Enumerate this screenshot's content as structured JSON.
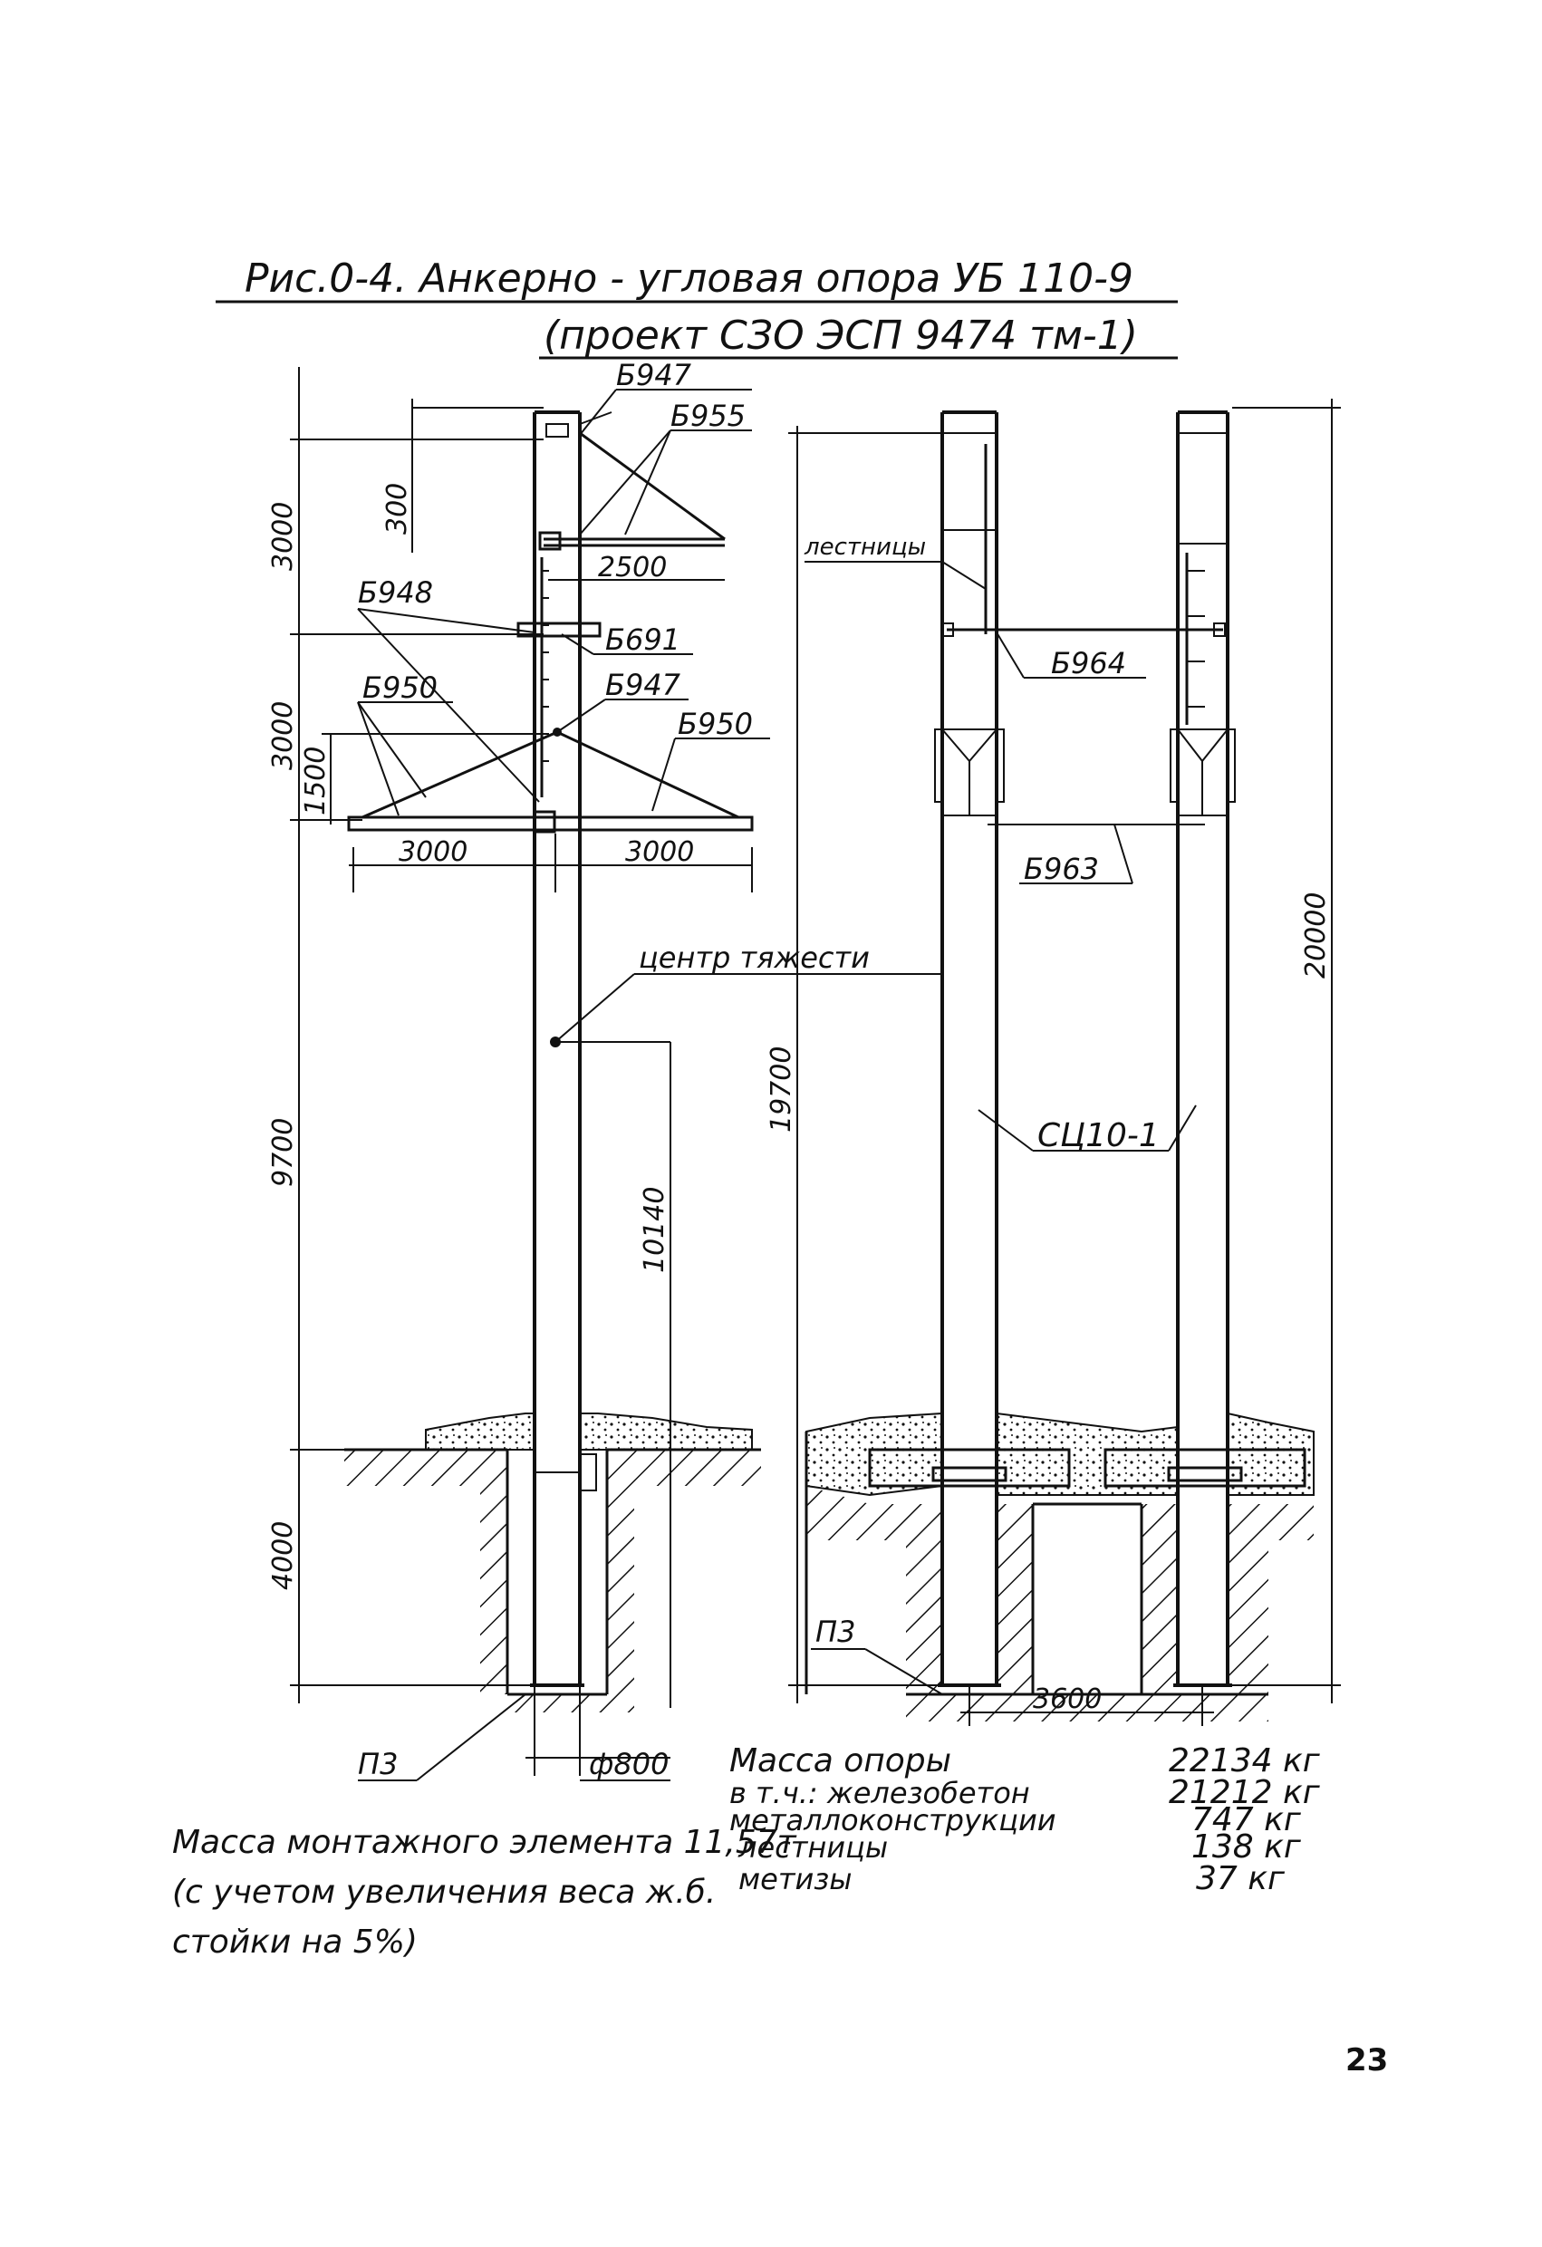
{
  "title": {
    "line1": "Рис.0-4. Анкерно - угловая опора УБ 110-9",
    "line2": "(проект СЗО ЭСП 9474 тм-1)"
  },
  "labels": {
    "b947_top": "Б947",
    "b955": "Б955",
    "b948": "Б948",
    "b691": "Б691",
    "b947_mid": "Б947",
    "b950_left": "Б950",
    "b950_right": "Б950",
    "ladders": "лестницы",
    "b964": "Б964",
    "b963": "Б963",
    "center_of_gravity": "центр тяжести",
    "sc10": "СЦ10-1",
    "p3_left": "П3",
    "p3_right": "П3",
    "phi800": "ф800"
  },
  "dimensions": {
    "d3000_top": "3000",
    "d300": "300",
    "d2500": "2500",
    "d3000_mid": "3000",
    "d1500": "1500",
    "d3000_left": "3000",
    "d3000_right": "3000",
    "d9700": "9700",
    "d10140": "10140",
    "d4000": "4000",
    "d19700": "19700",
    "d20000": "20000",
    "d3600": "3600"
  },
  "mass_table": {
    "rows": [
      {
        "label": "Масса опоры",
        "value": "22134 кг"
      },
      {
        "label": "в т.ч.: железобетон",
        "value": "21212 кг"
      },
      {
        "label": "металлоконструкции",
        "value": "747 кг"
      },
      {
        "label": "лестницы",
        "value": "138 кг"
      },
      {
        "label": "метизы",
        "value": "37 кг"
      }
    ]
  },
  "note": {
    "line1": "Масса монтажного элемента 11,57т",
    "line2": "(с учетом увеличения веса ж.б.",
    "line3": "стойки на 5%)"
  },
  "page_number": "23"
}
